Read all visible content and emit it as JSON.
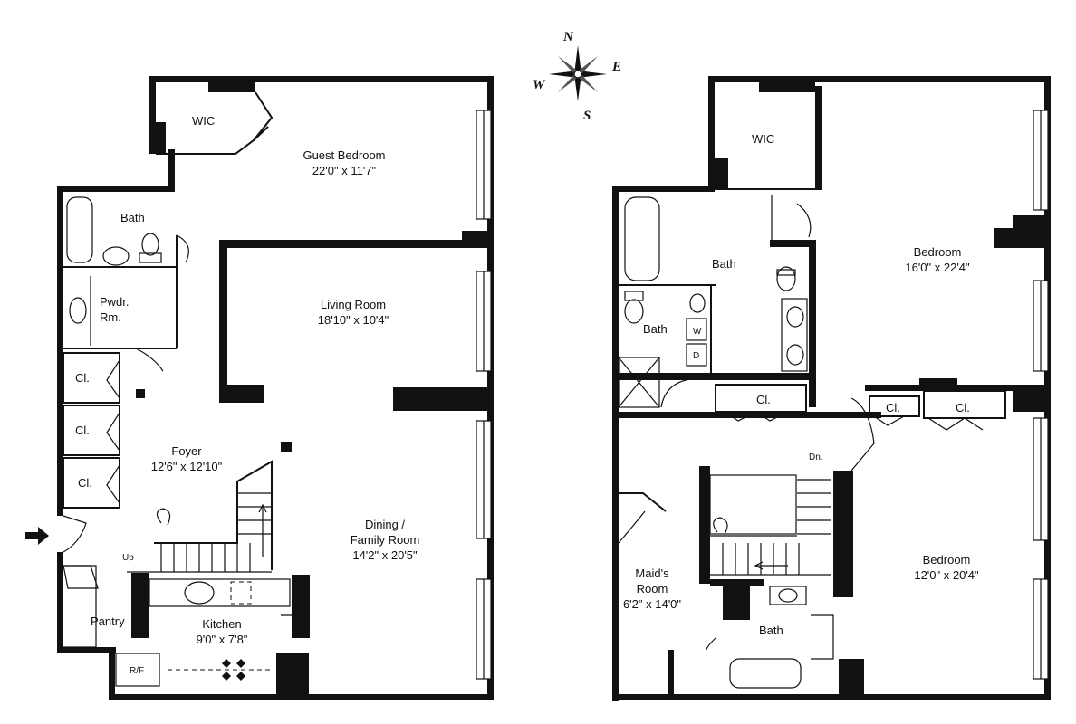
{
  "compass": {
    "n": "N",
    "e": "E",
    "s": "S",
    "w": "W"
  },
  "left_floor": {
    "wic": "WIC",
    "guest_bedroom": {
      "name": "Guest Bedroom",
      "dims": "22'0\" x 11'7\""
    },
    "bath": "Bath",
    "powder_room": {
      "line1": "Pwdr.",
      "line2": "Rm."
    },
    "living_room": {
      "name": "Living Room",
      "dims": "18'10\" x 10'4\""
    },
    "closets": [
      "Cl.",
      "Cl.",
      "Cl."
    ],
    "foyer": {
      "name": "Foyer",
      "dims": "12'6\" x 12'10\""
    },
    "dining": {
      "line1": "Dining /",
      "line2": "Family Room",
      "dims": "14'2\" x 20'5\""
    },
    "up": "Up",
    "pantry": "Pantry",
    "kitchen": {
      "name": "Kitchen",
      "dims": "9'0\" x 7'8\""
    },
    "refrigerator": "R/F"
  },
  "right_floor": {
    "wic": "WIC",
    "bath_main": "Bath",
    "bath_small": "Bath",
    "washer": "W",
    "dryer": "D",
    "bedroom_master": {
      "name": "Bedroom",
      "dims": "16'0\" x 22'4\""
    },
    "closet_hall": "Cl.",
    "closet_small": "Cl.",
    "closet_right": "Cl.",
    "down": "Dn.",
    "maids_room": {
      "line1": "Maid's",
      "line2": "Room",
      "dims": "6'2\" x 14'0\""
    },
    "bedroom_second": {
      "name": "Bedroom",
      "dims": "12'0\" x 20'4\""
    },
    "bath_lower": "Bath"
  }
}
